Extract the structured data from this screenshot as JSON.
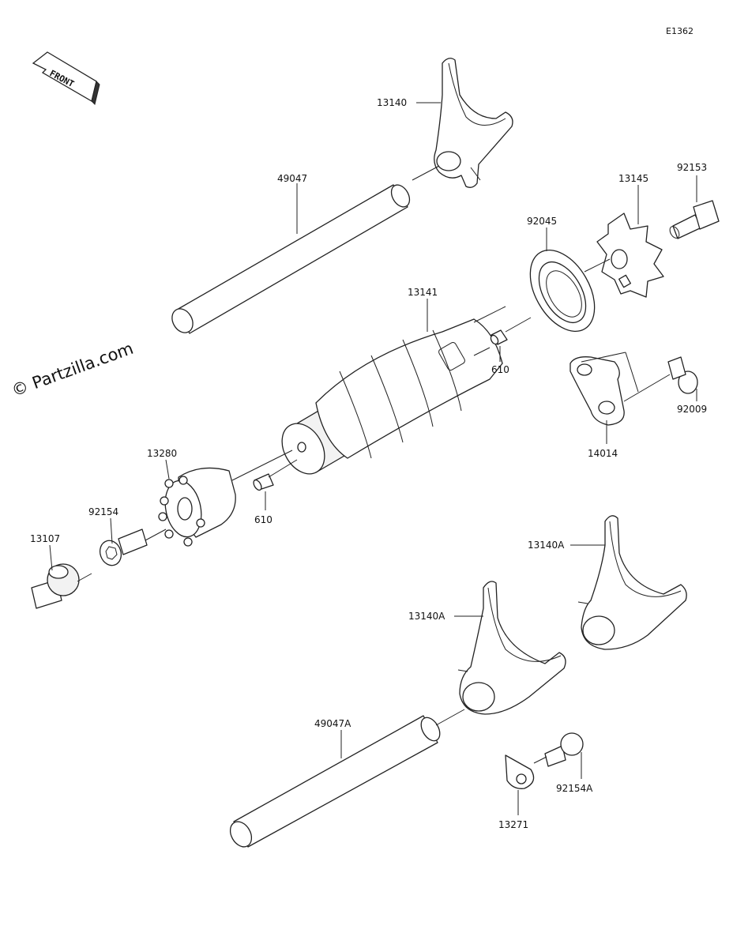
{
  "diagram_code": "E1362",
  "watermark": "© Partzilla.com",
  "front_label": "FRONT",
  "labels": {
    "fork_top": "13140",
    "shaft_top": "49047",
    "drum": "13141",
    "bearing": "92045",
    "gear_plate": "13145",
    "bolt_top": "92153",
    "pin_right": "610",
    "bracket_bolt": "92009",
    "bracket": "14014",
    "pin_left": "610",
    "pin_holder": "13280",
    "bolt_left": "92154",
    "cam_shaft": "13107",
    "fork_right": "13140A",
    "fork_center": "13140A",
    "shaft_bottom": "49047A",
    "stopper_bolt": "92154A",
    "stopper": "13271"
  }
}
